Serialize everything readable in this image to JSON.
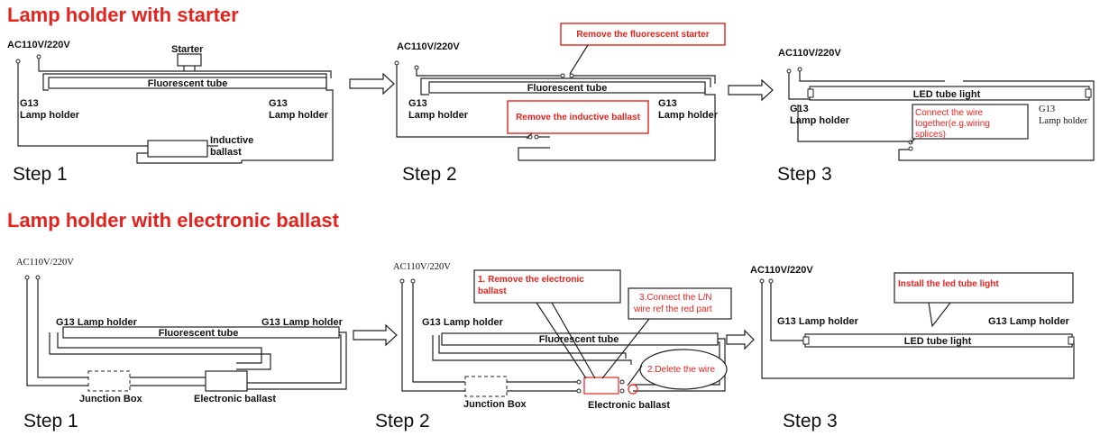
{
  "section1": {
    "title": "Lamp holder with starter",
    "step1": {
      "power": "AC110V/220V",
      "starter": "Starter",
      "tube": "Fluorescent tube",
      "holder_left": [
        "G13",
        "Lamp holder"
      ],
      "holder_right": [
        "G13",
        "Lamp holder"
      ],
      "ballast": [
        "Inductive",
        "ballast"
      ],
      "step": "Step 1"
    },
    "step2": {
      "power": "AC110V/220V",
      "callout_starter": "Remove the fluorescent starter",
      "tube": "Fluorescent tube",
      "holder_left": [
        "G13",
        "Lamp holder"
      ],
      "holder_right": [
        "G13",
        "Lamp holder"
      ],
      "callout_ballast": "Remove the inductive ballast",
      "step": "Step 2"
    },
    "step3": {
      "power": "AC110V/220V",
      "tube": "LED tube light",
      "holder_left": [
        "G13",
        "Lamp holder"
      ],
      "holder_right": [
        "G13",
        "Lamp holder"
      ],
      "callout": [
        "Connect the wire",
        "together(e.g.wiring",
        "splices)"
      ],
      "step": "Step 3"
    }
  },
  "section2": {
    "title": "Lamp holder with electronic ballast",
    "step1": {
      "power": "AC110V/220V",
      "holder_left": "G13 Lamp holder",
      "holder_right": "G13 Lamp holder",
      "tube": "Fluorescent tube",
      "junction": "Junction Box",
      "ballast": "Electronic ballast",
      "step": "Step 1"
    },
    "step2": {
      "power": "AC110V/220V",
      "callout1": [
        "1. Remove the electronic",
        "ballast"
      ],
      "callout3": [
        "3.Connect the L/N",
        "wire ref the red part"
      ],
      "holder_left": "G13 Lamp holder",
      "tube": "Fluorescent tube",
      "callout2": "2.Delete the wire",
      "junction": "Junction Box",
      "ballast": "Electronic ballast",
      "step": "Step 2"
    },
    "step3": {
      "power": "AC110V/220V",
      "callout": "Install the led tube light",
      "holder_left": "G13 Lamp holder",
      "holder_right": "G13 Lamp holder",
      "tube": "LED tube light",
      "step": "Step 3"
    }
  },
  "colors": {
    "accent_red": "#e5231e",
    "line": "#222222"
  },
  "icons": {
    "arrow": "right-arrow-icon"
  }
}
